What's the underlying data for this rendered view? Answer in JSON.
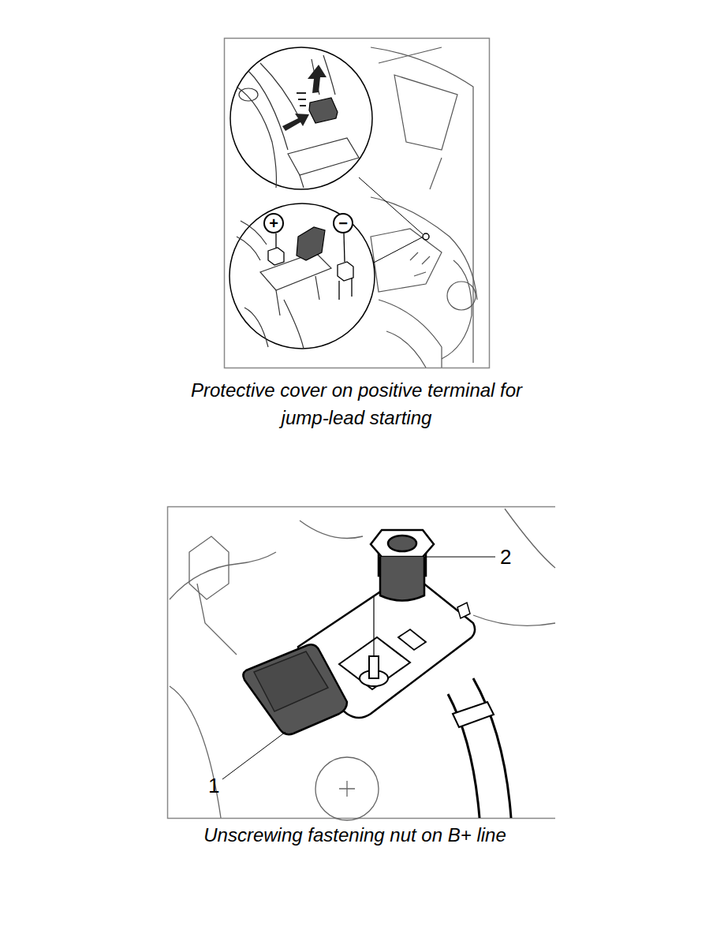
{
  "diagram": {
    "labels": [
      "+",
      "−",
      "Protective cover on positive terminal for jump-lead starting",
      "2",
      "1",
      "Unscrewing fastening nut on B+ line"
    ]
  }
}
